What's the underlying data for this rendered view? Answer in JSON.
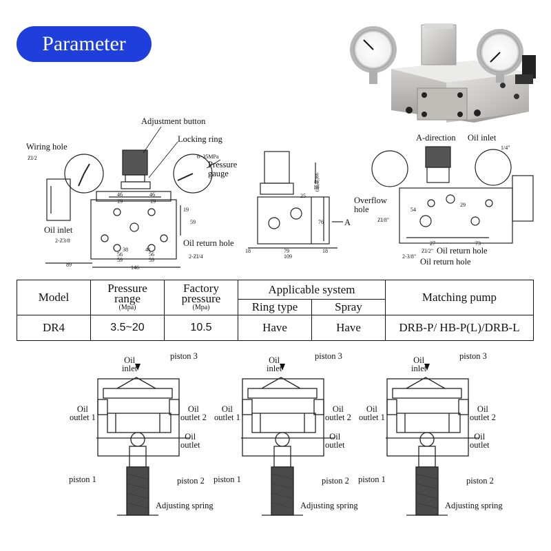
{
  "badge": {
    "label": "Parameter"
  },
  "drawing_labels": {
    "adjustment_button": "Adjustment button",
    "locking_ring": "Locking ring",
    "wiring_hole": "Wiring hole",
    "wiring_hole_size": "ZI/2",
    "pressure_range_mark": "6~35MPa",
    "pressure_gauge": "Pressure\ngauge",
    "oil_inlet": "Oil inlet",
    "oil_inlet_size": "2-Z3/8",
    "oil_return_hole": "Oil return hole",
    "oil_return_size": "2-ZI/4",
    "dims_front": {
      "d46a": "46",
      "d46b": "46",
      "d19a": "19",
      "d19b": "19",
      "d19c": "19",
      "d59": "59",
      "d38": "38",
      "d41": "41",
      "d56a": "56",
      "d56b": "56",
      "d59a": "59",
      "d59b": "59",
      "d89": "89",
      "d146": "146"
    },
    "dims_side": {
      "d25": "25",
      "d76": "76",
      "d18a": "18",
      "d18b": "18",
      "d79": "79",
      "d109": "109",
      "vert": "(最高)86"
    },
    "a_arrow": "A",
    "a_direction": "A-direction",
    "oil_inlet_r": "Oil inlet",
    "size_14": "1/4\"",
    "overflow_hole": "Overflow\nhole",
    "zi18": "ZI/8\"",
    "d54": "54",
    "d29": "29",
    "d27": "27",
    "d73": "73",
    "zi12": "ZI/2\"",
    "z38": "2-3/8\"",
    "oil_return_hole_r1": "Oil return hole",
    "oil_return_hole_r2": "Oil return hole"
  },
  "table": {
    "headers": {
      "model": "Model",
      "pressure_range": "Pressure\nrange",
      "pressure_range_unit": "(Mpa)",
      "factory_pressure": "Factory\npressure",
      "factory_pressure_unit": "(Mpa)",
      "applicable_system": "Applicable system",
      "ring_type": "Ring type",
      "spray": "Spray",
      "matching_pump": "Matching pump"
    },
    "row": {
      "model": "DR4",
      "pressure_range": "3.5~20",
      "factory_pressure": "10.5",
      "ring_type": "Have",
      "spray": "Have",
      "matching_pump": "DRB-P/ HB-P(L)/DRB-L"
    }
  },
  "sections": [
    {
      "oil_inlet": "Oil\ninlet",
      "piston3": "piston 3",
      "oil_outlet1": "Oil\noutlet 1",
      "oil_outlet2": "Oil\noutlet 2",
      "oil_outlet": "Oil\noutlet",
      "piston1": "piston 1",
      "piston2": "piston 2",
      "spring": "Adjusting spring"
    },
    {
      "oil_inlet": "Oil\ninlet",
      "piston3": "piston 3",
      "oil_outlet1": "Oil\noutlet 1",
      "oil_outlet2": "Oil\noutlet 2",
      "oil_outlet": "Oil\noutlet",
      "piston1": "piston 1",
      "piston2": "piston 2",
      "spring": "Adjusting spring"
    },
    {
      "oil_inlet": "Oil\ninlet",
      "piston3": "piston 3",
      "oil_outlet1": "Oil\noutlet 1",
      "oil_outlet2": "Oil\noutlet 2",
      "oil_outlet": "Oil\noutlet",
      "piston1": "piston 1",
      "piston2": "piston 2",
      "spring": "Adjusting spring"
    }
  ]
}
